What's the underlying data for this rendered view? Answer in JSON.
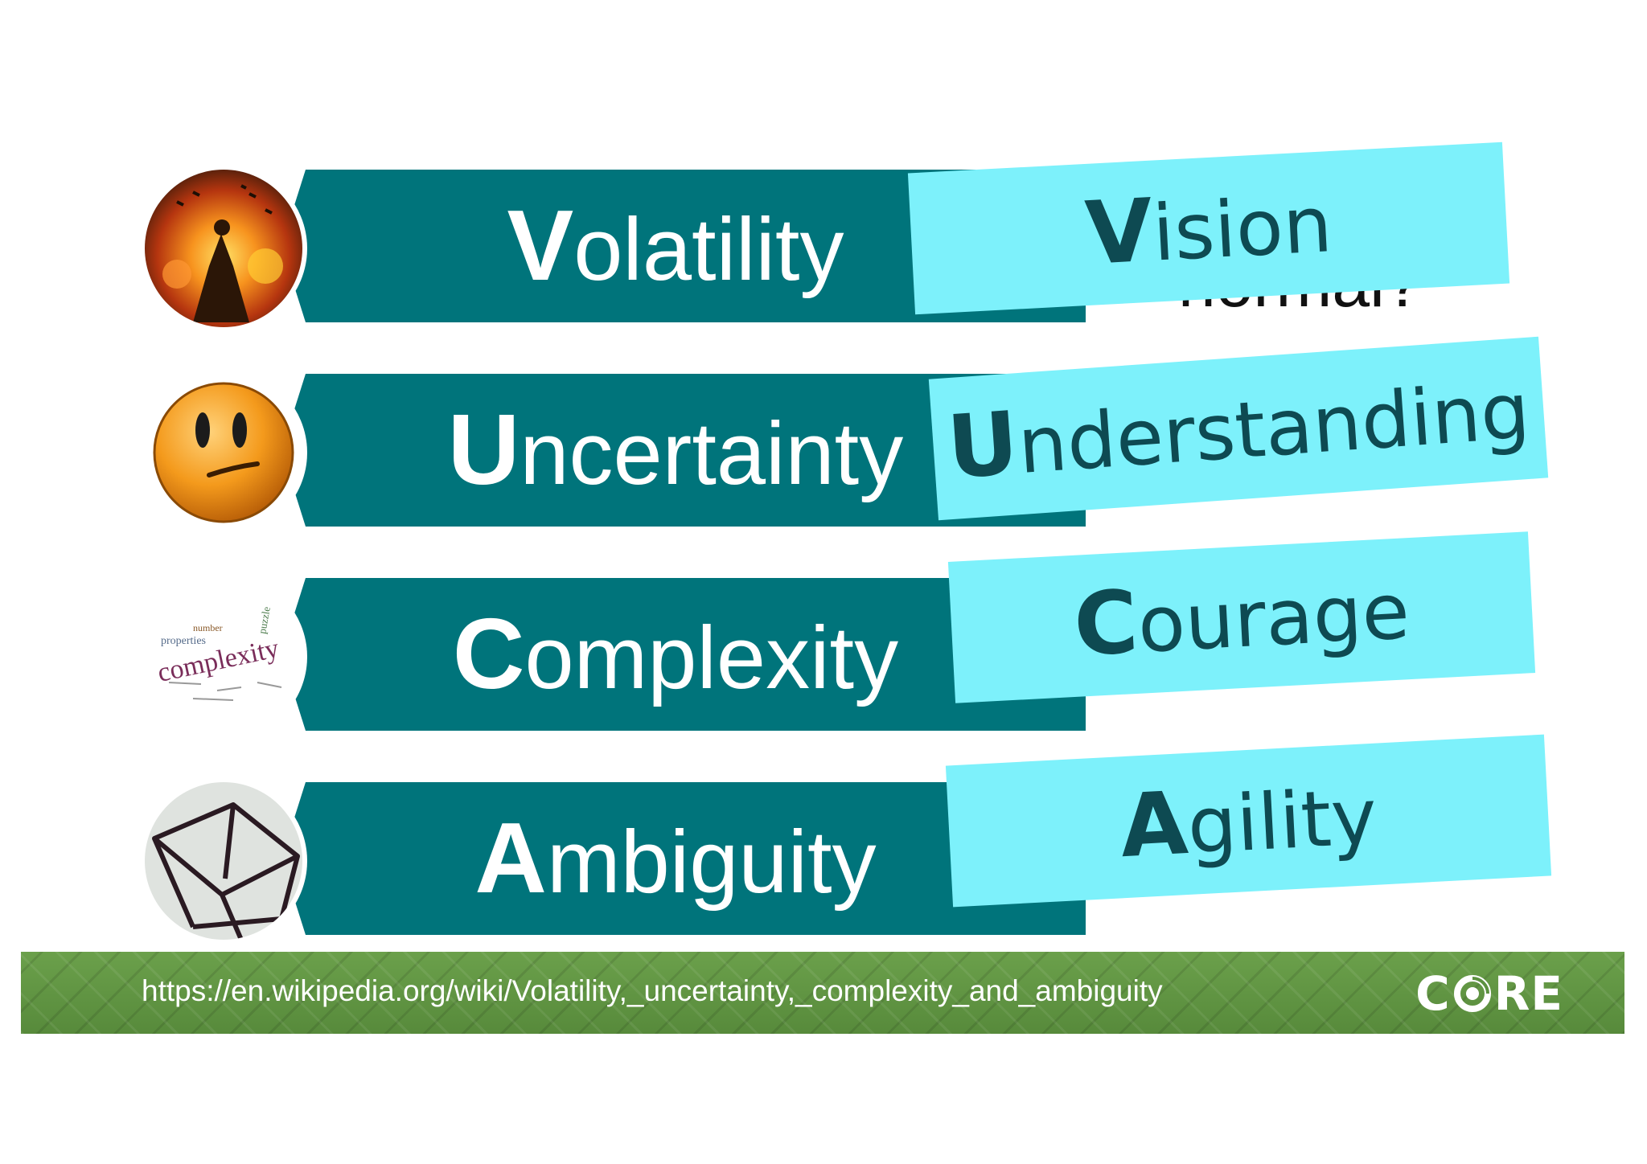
{
  "partially_hidden_text": "normal?",
  "rows": [
    {
      "word_cap": "V",
      "word_rest": "olatility",
      "note_cap": "V",
      "note_rest": "ision",
      "image_icon": "battle-fire-image-icon"
    },
    {
      "word_cap": "U",
      "word_rest": "ncertainty",
      "note_cap": "U",
      "note_rest": "nderstanding",
      "image_icon": "confused-face-icon"
    },
    {
      "word_cap": "C",
      "word_rest": "omplexity",
      "note_cap": "C",
      "note_rest": "ourage",
      "image_icon": "complexity-word-cloud-icon",
      "cloud_words": [
        "complexity",
        "properties",
        "number",
        "puzzle"
      ]
    },
    {
      "word_cap": "A",
      "word_rest": "mbiguity",
      "note_cap": "A",
      "note_rest": "gility",
      "image_icon": "impossible-cube-icon"
    }
  ],
  "footer": {
    "url": "https://en.wikipedia.org/wiki/Volatility,_uncertainty,_complexity_and_ambiguity",
    "logo_pre": "C",
    "logo_post": "RE",
    "logo_icon": "core-ring-icon"
  },
  "colors": {
    "band": "#00747b",
    "note": "#7df1fb",
    "note_text": "#0e4a52",
    "footer": "#5c9140"
  }
}
